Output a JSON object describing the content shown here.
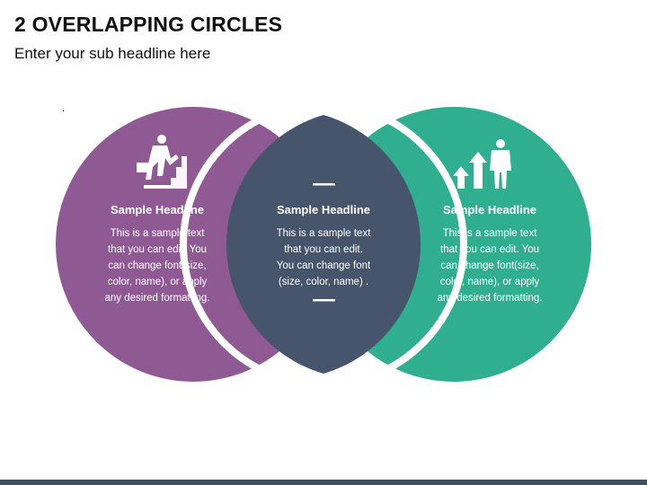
{
  "title": "2 OVERLAPPING CIRCLES",
  "subtitle": "Enter your sub headline here",
  "marker": ".",
  "colors": {
    "left_circle": "#8f5a94",
    "center_lens": "#46556b",
    "right_circle": "#2faf90",
    "text": "#ffffff",
    "footer_bar": "#3f5065"
  },
  "left": {
    "icon": "person-climbing-stairs-icon",
    "headline": "Sample Headline",
    "body": "This is a sample text\nthat you can edit. You\ncan change font(size,\ncolor, name), or apply\nany desired formatting."
  },
  "center": {
    "headline": "Sample Headline",
    "body": "This is a sample text\nthat you can edit.\nYou can change font\n(size, color, name) ."
  },
  "right": {
    "icon": "businessman-growth-arrows-icon",
    "headline": "Sample Headline",
    "body": "This is a sample text\nthat you can edit. You\ncan change font(size,\ncolor, name), or apply\nany desired formatting."
  }
}
